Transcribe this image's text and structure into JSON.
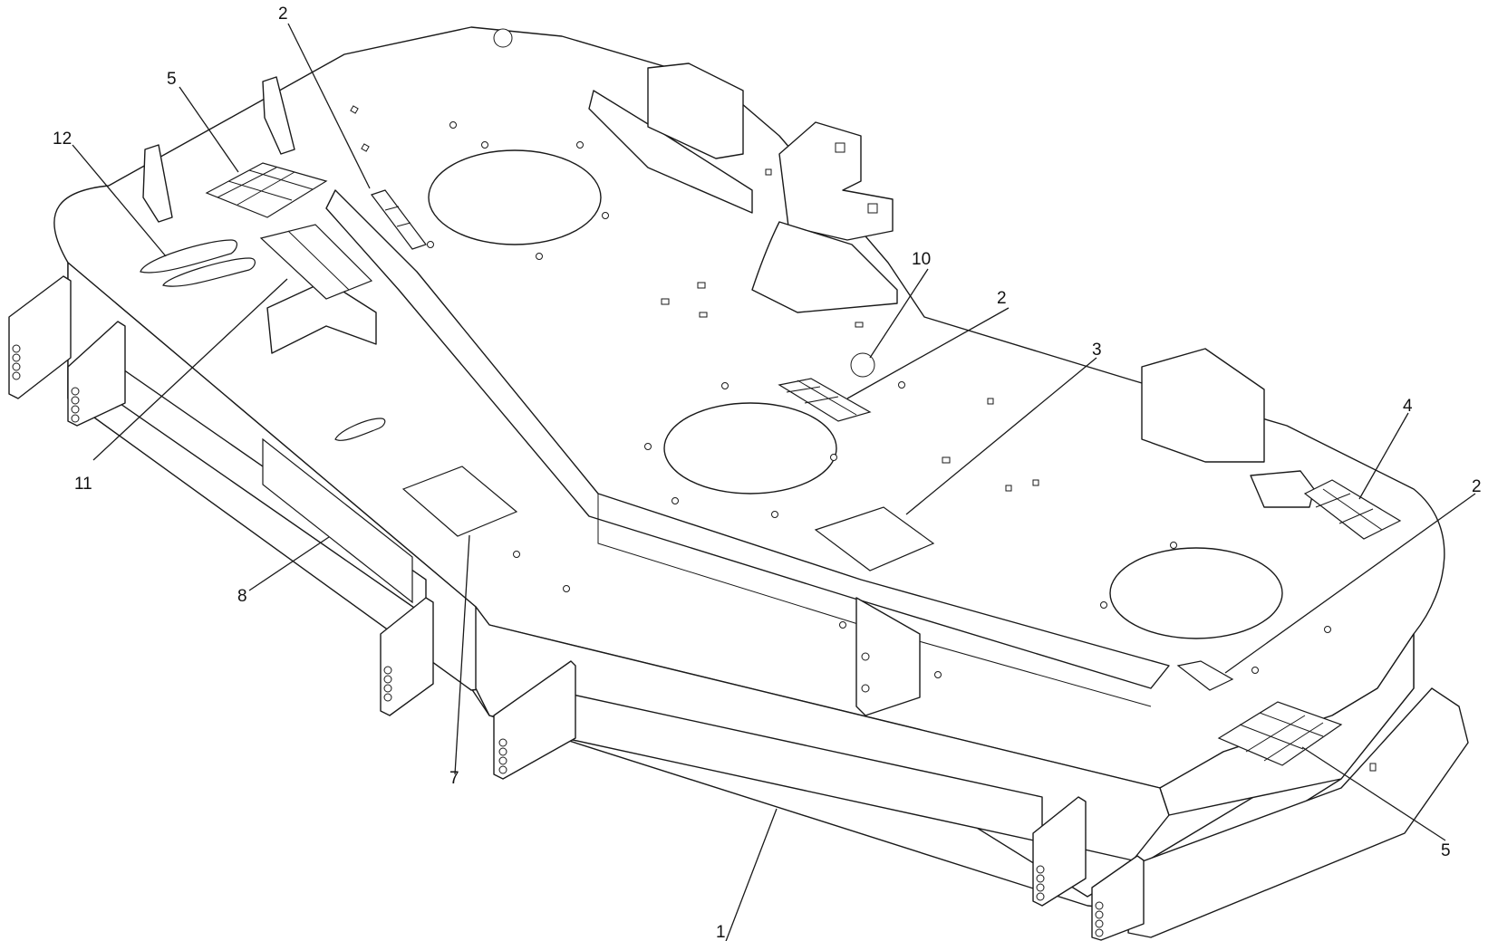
{
  "diagram": {
    "type": "exploded parts diagram",
    "subject": "mower deck",
    "line_color": "#1a1a1a",
    "background": "#ffffff",
    "callouts": [
      {
        "label": "2"
      },
      {
        "label": "5"
      },
      {
        "label": "12"
      },
      {
        "label": "11"
      },
      {
        "label": "8"
      },
      {
        "label": "7"
      },
      {
        "label": "10"
      },
      {
        "label": "2"
      },
      {
        "label": "3"
      },
      {
        "label": "4"
      },
      {
        "label": "2"
      },
      {
        "label": "5"
      },
      {
        "label": "1"
      }
    ]
  }
}
